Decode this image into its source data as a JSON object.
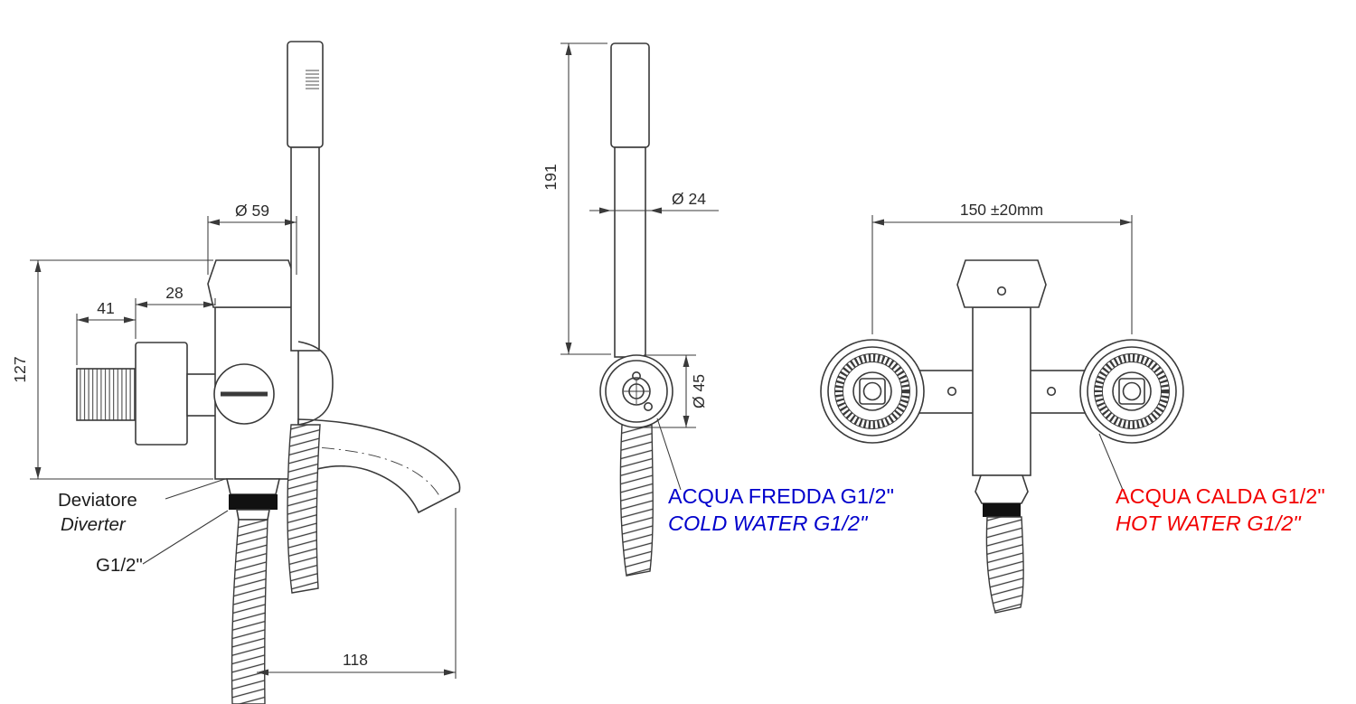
{
  "colors": {
    "line": "#3a3a3a",
    "cold_label": "#0000cc",
    "hot_label": "#f20000",
    "seal_band": "#111111"
  },
  "side_view": {
    "dim_cap_diameter": "Ø 59",
    "dim_flange_depth": "28",
    "dim_thread_length": "41",
    "dim_body_height": "127",
    "dim_spout_reach": "118",
    "label_diverter_it": "Deviatore",
    "label_diverter_en": "Diverter",
    "label_thread": "G1/2\""
  },
  "profile_view": {
    "dim_handle_length": "191",
    "dim_handle_diameter": "Ø 24",
    "dim_body_diameter": "Ø 45",
    "label_cold_it": "ACQUA FREDDA G1/2\"",
    "label_cold_en": "COLD WATER G1/2\""
  },
  "front_view": {
    "dim_centers_distance": "150 ±20mm",
    "label_hot_it": "ACQUA CALDA G1/2\"",
    "label_hot_en": "HOT WATER G1/2\""
  }
}
